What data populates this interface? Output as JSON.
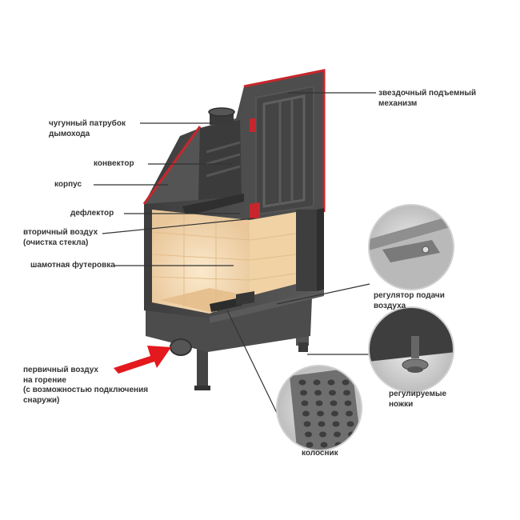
{
  "labels": {
    "star_lift": "звездочный подъемный\nмеханизм",
    "flue_spigot": "чугунный патрубок\nдымохода",
    "convector": "конвектор",
    "body": "корпус",
    "deflector": "дефлектор",
    "secondary_air": "вторичный воздух\n(очистка стекла)",
    "fireclay_lining": "шамотная футеровка",
    "air_regulator": "регулятор подачи\nвоздуха",
    "primary_air": "первичный воздух\nна горение\n(с возможностью подключения\nснаружи)",
    "adjustable_feet": "регулируемые\nножки",
    "grate": "колосник"
  },
  "colors": {
    "steel": "#4a4a4a",
    "steel_dark": "#2f2f2f",
    "red_seal": "#c8262c",
    "lining": "#f3dcb8",
    "arrow": "#e3191e",
    "leader": "#333333"
  }
}
